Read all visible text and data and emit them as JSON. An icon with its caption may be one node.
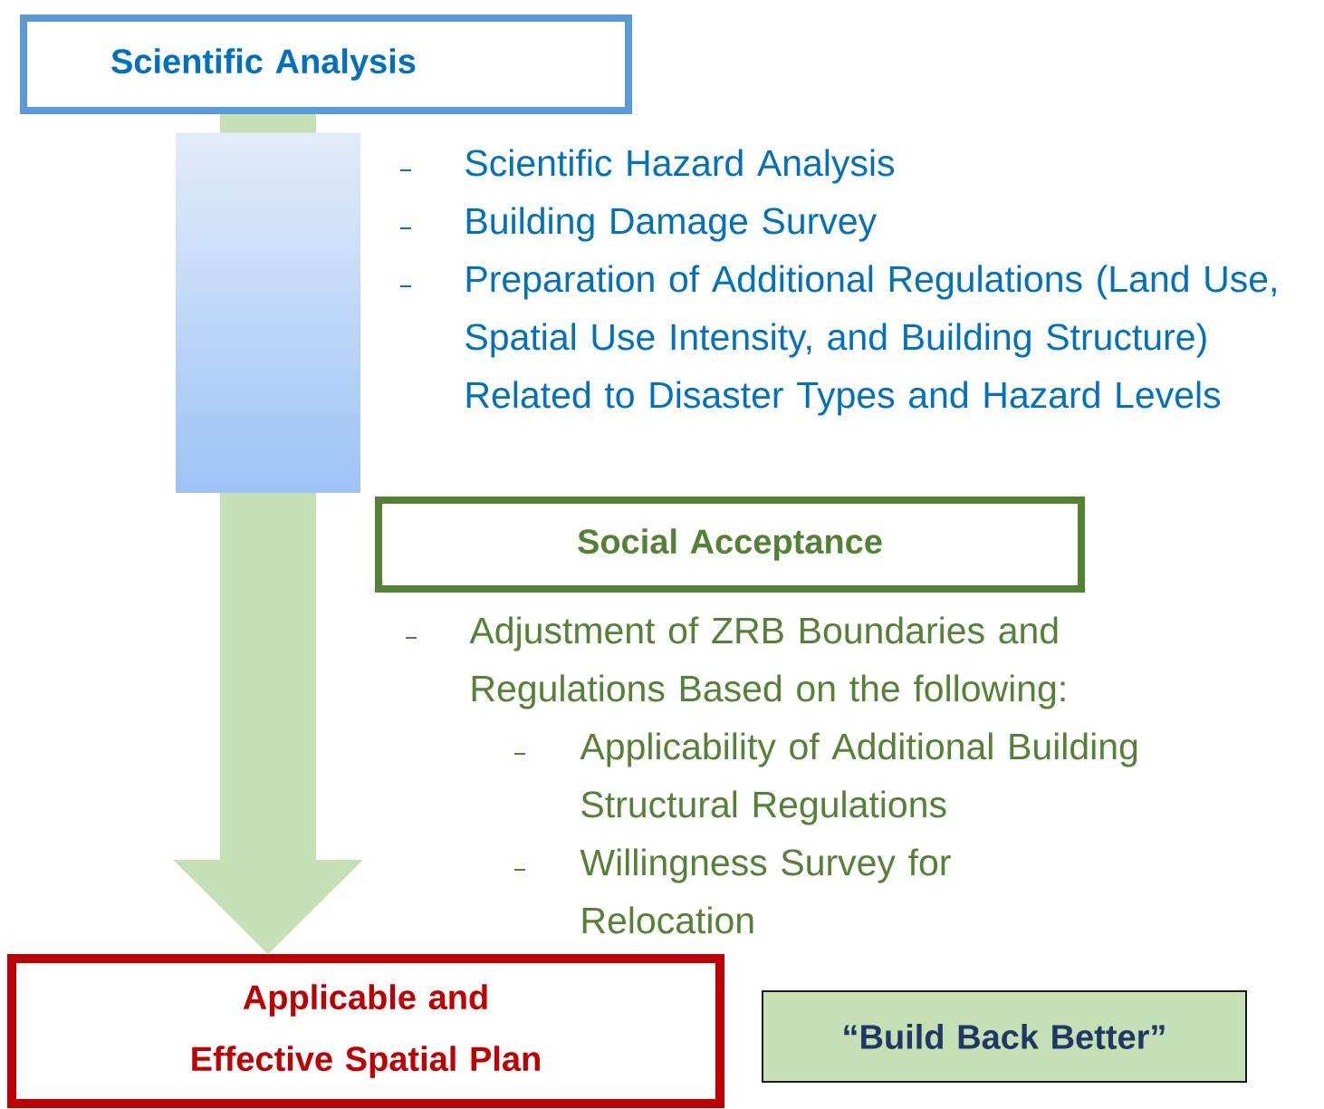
{
  "diagram": {
    "nodes": [
      {
        "text": [
          "Scientific Analysis"
        ]
      },
      {
        "text": [
          "Social Acceptance"
        ]
      },
      {
        "text": [
          "Applicable and Effective Spatial Plan"
        ]
      },
      {
        "text": [
          "“Build Back Better”"
        ]
      }
    ],
    "edges": [
      {
        "from": 0,
        "to": 2,
        "arrow": "to"
      }
    ],
    "labels": [
      "Scientific Hazard Analysis",
      "Building Damage Survey",
      "Preparation of Additional Regulations (Land Use, Spatial Use Intensity, and Building Structure) Related to Disaster Types and Hazard Levels",
      "Adjustment of ZRB Boundaries and Regulations Based on the following:",
      "Applicability of Additional Building Structural Regulations",
      "Willingness Survey for Relocation"
    ]
  }
}
